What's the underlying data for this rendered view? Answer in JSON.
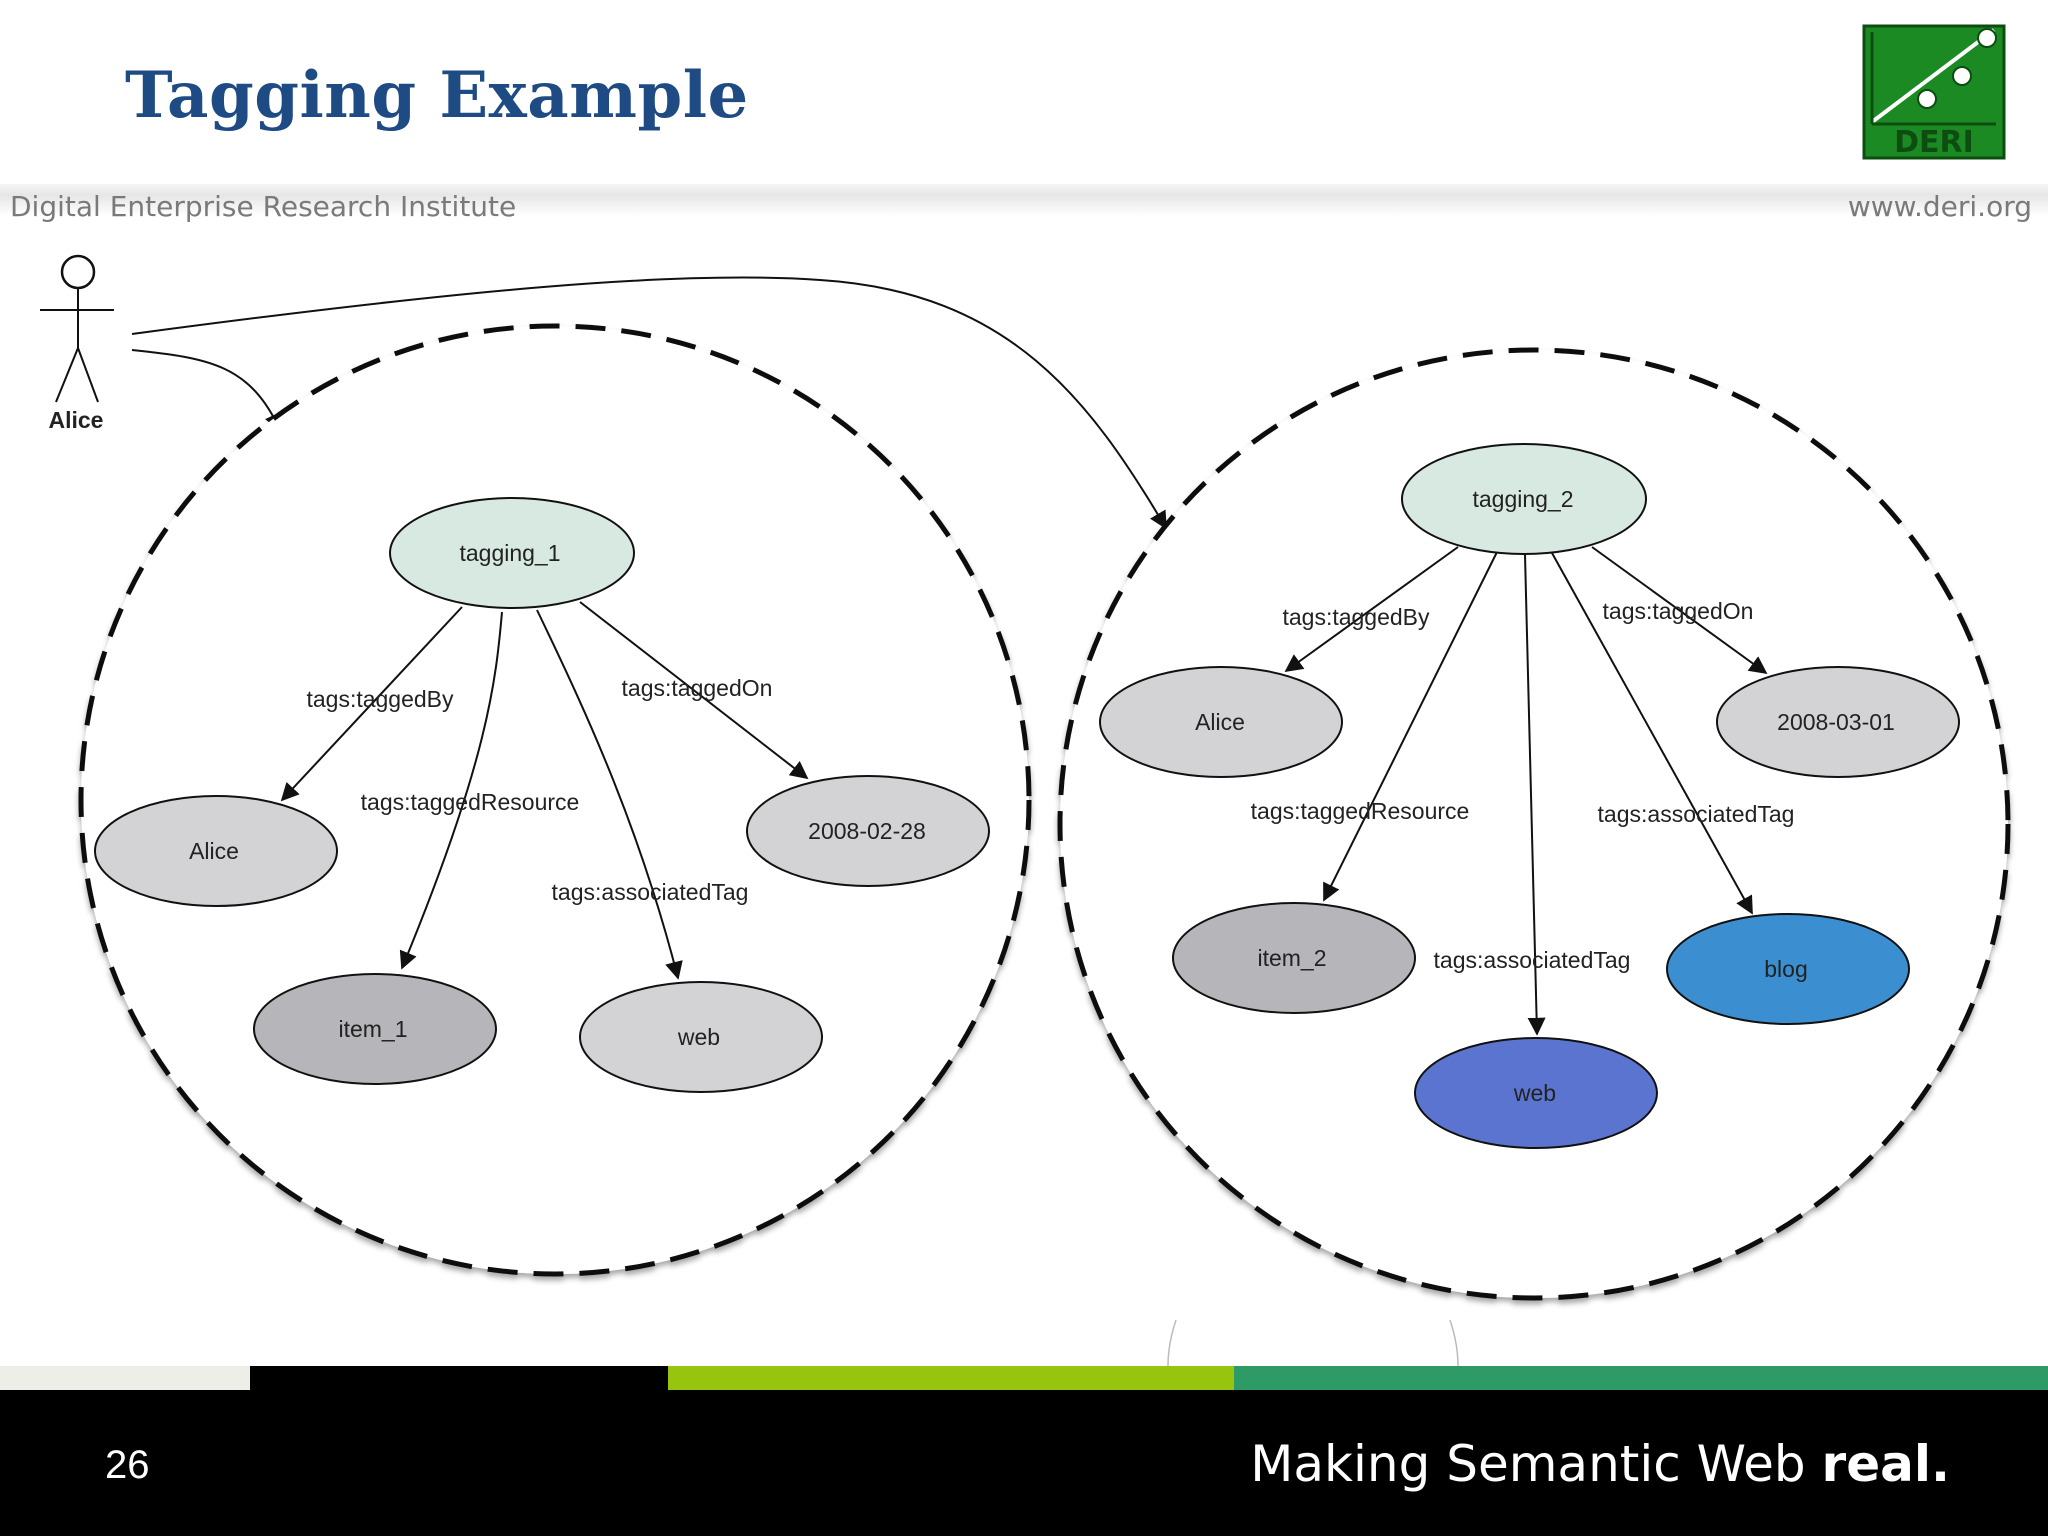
{
  "slide": {
    "title": "Tagging Example",
    "institute": "Digital Enterprise Research Institute",
    "website": "www.deri.org",
    "logo_text": "DERI",
    "page_number": "26",
    "tagline_prefix": "Making Semantic Web ",
    "tagline_strong": "real."
  },
  "colors": {
    "title": "#1f4b84",
    "logo_green": "#1c8a22",
    "tagging_node": "#d8e9e1",
    "literal_node": "#d3d3d6",
    "item_node": "#b6b6ba",
    "tag_blog": "#3b8fd1",
    "tag_web_highlight": "#5b74cf",
    "stripe_1": "#eeeee8",
    "stripe_2": "#000000",
    "stripe_3": "#97c40f",
    "stripe_4": "#2e9b67"
  },
  "diagram": {
    "actor": "Alice",
    "graph_1": {
      "tagging": "tagging_1",
      "tagger": "Alice",
      "date": "2008-02-28",
      "item": "item_1",
      "tag": "web",
      "edges": {
        "tagged_by": "tags:taggedBy",
        "tagged_on": "tags:taggedOn",
        "tagged_resource": "tags:taggedResource",
        "associated_tag": "tags:associatedTag"
      }
    },
    "graph_2": {
      "tagging": "tagging_2",
      "tagger": "Alice",
      "date": "2008-03-01",
      "item": "item_2",
      "tag_1": "web",
      "tag_2": "blog",
      "edges": {
        "tagged_by": "tags:taggedBy",
        "tagged_on": "tags:taggedOn",
        "tagged_resource": "tags:taggedResource",
        "associated_tag_1": "tags:associatedTag",
        "associated_tag_2": "tags:associatedTag"
      }
    }
  }
}
